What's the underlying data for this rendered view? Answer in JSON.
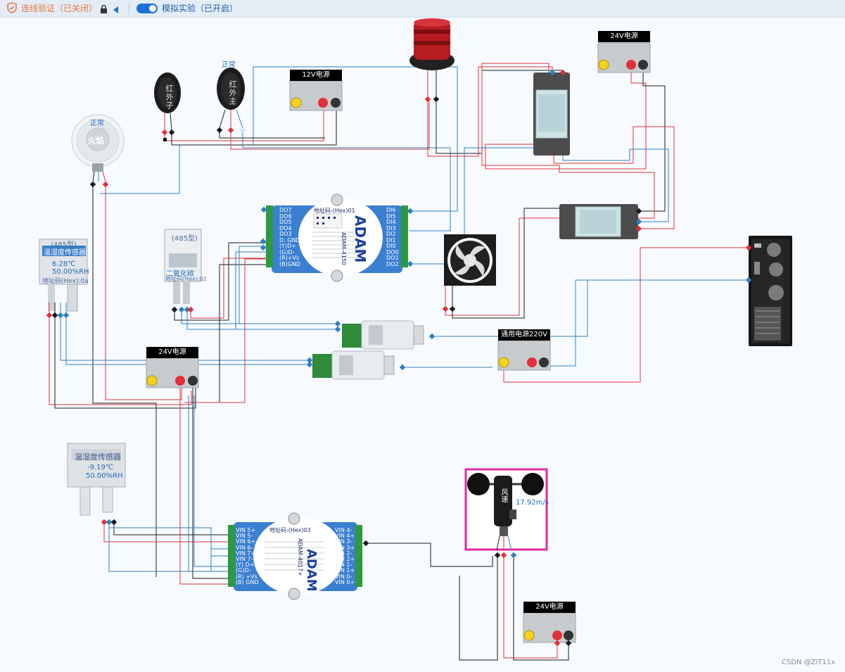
{
  "toolbar": {
    "verify_label": "连线验证（已关闭）",
    "sim_label": "模拟实验（已开启）"
  },
  "colors": {
    "wire_red": "#e0303a",
    "wire_black": "#1a1a1a",
    "wire_blue": "#2f7fc1",
    "module_blue": "#3b7fd1",
    "accent_orange": "#e8743b"
  },
  "devices": {
    "flame": {
      "status": "正常",
      "name": "火焰"
    },
    "ir_sub": {
      "text": "红外子"
    },
    "ir_main": {
      "status": "正常",
      "text": "红外主"
    },
    "psu_12v": {
      "title": "12V电源"
    },
    "psu_24v_top": {
      "title": "24V电源"
    },
    "psu_24v_mid": {
      "title": "24V电源"
    },
    "psu_24v_bottom": {
      "title": "24V电源"
    },
    "psu_220v": {
      "title": "通用电源220V"
    },
    "th_sensor_1": {
      "type": "(485型)",
      "title": "温湿度传感器",
      "temp": "6.28℃",
      "hum": "50.00%RH",
      "addr": "地址码(Hex):0a"
    },
    "co2_sensor": {
      "type": "(485型)",
      "title": "二氧化碳",
      "addr": "地址码(Hex):02"
    },
    "th_sensor_2": {
      "title": "温湿度传感器",
      "temp": "-9.19℃",
      "hum": "50.00%RH"
    },
    "adam4150": {
      "addr": "地址码:(Hex)01",
      "model": "ADAM-4150",
      "brand": "ADAM",
      "left_pins": [
        "DO7",
        "DO6",
        "DO5",
        "DO4",
        "DO3",
        "D. GND",
        "(Y)D+",
        "(G)D-",
        "(R)+Vs",
        "(B)GND"
      ],
      "right_pins": [
        "DI6",
        "DI5",
        "DI4",
        "DI3",
        "DI2",
        "DI1",
        "DI0",
        "DO0",
        "DO1",
        "DO2"
      ]
    },
    "adam4017": {
      "addr": "地址码:(Hex)03",
      "model": "ADAM-4017+",
      "brand": "ADAM",
      "left_pins": [
        "VIN 5+",
        "VIN 5-",
        "VIN 6+",
        "VIN 6-",
        "VIN 7+",
        "VIN 7-",
        "(Y) D+",
        "(G)D-",
        "(R) +Vs",
        "(B) GND"
      ],
      "right_pins": [
        "VIN 4-",
        "VIN 4+",
        "VIN 3-",
        "VIN 3+",
        "VIN 2-",
        "VIN 2+",
        "VIN 1-",
        "VIN 1+",
        "VIN 0-",
        "VIN 0+"
      ]
    },
    "wind": {
      "text": "风速",
      "value": "17.92m/s"
    }
  },
  "footer": {
    "credit": "CSDN @ZiT11x"
  }
}
